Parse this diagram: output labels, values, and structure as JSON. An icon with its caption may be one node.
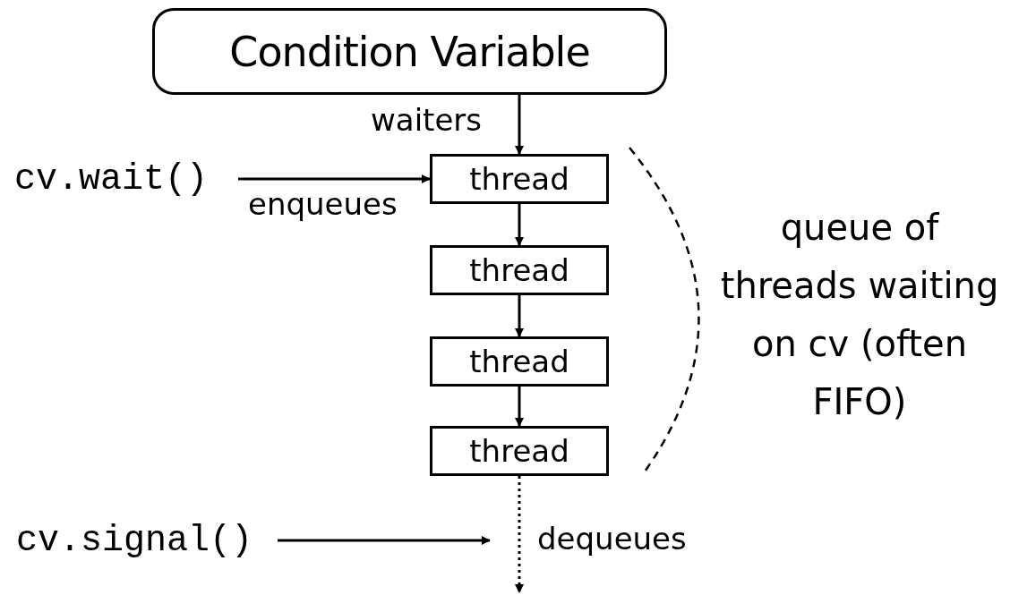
{
  "diagram": {
    "nodes": [
      {
        "text": [
          "Condition Variable"
        ]
      },
      {
        "text": [
          "cv.wait()"
        ]
      },
      {
        "text": [
          "thread"
        ]
      },
      {
        "text": [
          "thread"
        ]
      },
      {
        "text": [
          "thread"
        ]
      },
      {
        "text": [
          "thread"
        ]
      },
      {
        "text": [
          "cv.signal()"
        ]
      }
    ],
    "edges": [
      {
        "from": 0,
        "to": 2,
        "arrow": "to",
        "label": "waiters"
      },
      {
        "from": 1,
        "to": 2,
        "arrow": "to",
        "label": "enqueues"
      },
      {
        "from": 2,
        "to": 3,
        "arrow": "to"
      },
      {
        "from": 3,
        "to": 4,
        "arrow": "to"
      },
      {
        "from": 4,
        "to": 5,
        "arrow": "to"
      },
      {
        "from": 5,
        "to": null,
        "arrow": "to",
        "style": "dashed",
        "label": "dequeues"
      },
      {
        "from": 6,
        "to": null,
        "arrow": "to"
      }
    ],
    "labels": [
      "queue of threads waiting on cv (often FIFO)"
    ]
  }
}
